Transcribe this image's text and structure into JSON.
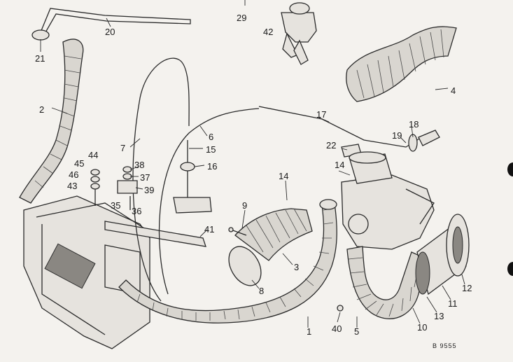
{
  "diagram": {
    "reference": "B 9555",
    "callouts": [
      {
        "id": "c29",
        "text": "29"
      },
      {
        "id": "c42",
        "text": "42"
      },
      {
        "id": "c20",
        "text": "20"
      },
      {
        "id": "c21",
        "text": "21"
      },
      {
        "id": "c2",
        "text": "2"
      },
      {
        "id": "c4",
        "text": "4"
      },
      {
        "id": "c17",
        "text": "17"
      },
      {
        "id": "c18",
        "text": "18"
      },
      {
        "id": "c19",
        "text": "19"
      },
      {
        "id": "c22",
        "text": "22"
      },
      {
        "id": "c6",
        "text": "6"
      },
      {
        "id": "c7",
        "text": "7"
      },
      {
        "id": "c15",
        "text": "15"
      },
      {
        "id": "c16",
        "text": "16"
      },
      {
        "id": "c38",
        "text": "38"
      },
      {
        "id": "c37",
        "text": "37"
      },
      {
        "id": "c39",
        "text": "39"
      },
      {
        "id": "c44",
        "text": "44"
      },
      {
        "id": "c45",
        "text": "45"
      },
      {
        "id": "c46",
        "text": "46"
      },
      {
        "id": "c43",
        "text": "43"
      },
      {
        "id": "c35",
        "text": "35"
      },
      {
        "id": "c36",
        "text": "36"
      },
      {
        "id": "c14a",
        "text": "14"
      },
      {
        "id": "c14b",
        "text": "14"
      },
      {
        "id": "c9",
        "text": "9"
      },
      {
        "id": "c41",
        "text": "41"
      },
      {
        "id": "c3",
        "text": "3"
      },
      {
        "id": "c8",
        "text": "8"
      },
      {
        "id": "c12",
        "text": "12"
      },
      {
        "id": "c11",
        "text": "11"
      },
      {
        "id": "c13",
        "text": "13"
      },
      {
        "id": "c10",
        "text": "10"
      },
      {
        "id": "c5",
        "text": "5"
      },
      {
        "id": "c40",
        "text": "40"
      },
      {
        "id": "c1",
        "text": "1"
      }
    ]
  }
}
